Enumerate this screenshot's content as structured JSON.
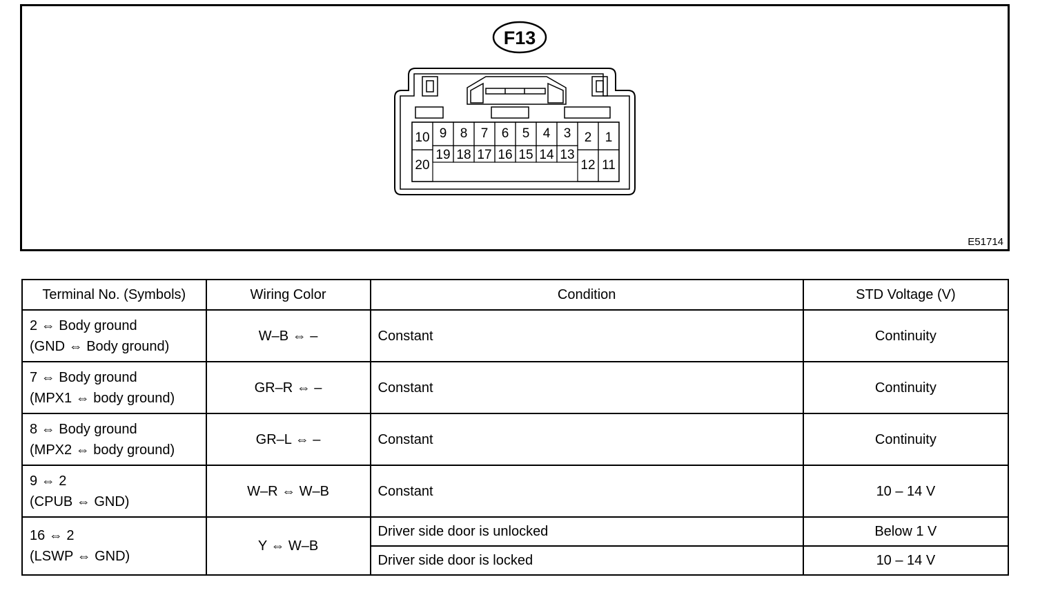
{
  "diagram": {
    "connector_label": "F13",
    "figure_code": "E51714",
    "terminals_top": [
      "10",
      "9",
      "8",
      "7",
      "6",
      "5",
      "4",
      "3",
      "2",
      "1"
    ],
    "terminals_bottom": [
      "20",
      "19",
      "18",
      "17",
      "16",
      "15",
      "14",
      "13",
      "12",
      "11"
    ]
  },
  "table": {
    "headers": [
      "Terminal No. (Symbols)",
      "Wiring Color",
      "Condition",
      "STD Voltage (V)"
    ],
    "rows": [
      {
        "terminal": "2 ⇔ Body ground",
        "symbols": "(GND ⇔ Body ground)",
        "wiring": "W–B ⇔ –",
        "condition": "Constant",
        "voltage": "Continuity"
      },
      {
        "terminal": "7 ⇔ Body ground",
        "symbols": "(MPX1 ⇔ body ground)",
        "wiring": "GR–R ⇔ –",
        "condition": "Constant",
        "voltage": "Continuity"
      },
      {
        "terminal": "8 ⇔ Body ground",
        "symbols": "(MPX2 ⇔ body ground)",
        "wiring": "GR–L ⇔ –",
        "condition": "Constant",
        "voltage": "Continuity"
      },
      {
        "terminal": "9 ⇔ 2",
        "symbols": "(CPUB ⇔ GND)",
        "wiring": "W–R ⇔ W–B",
        "condition": "Constant",
        "voltage": "10 – 14 V"
      },
      {
        "terminal": "16 ⇔ 2",
        "symbols": "(LSWP ⇔ GND)",
        "wiring": "Y ⇔ W–B",
        "conditions": [
          {
            "condition": "Driver side door is unlocked",
            "voltage": "Below 1 V"
          },
          {
            "condition": "Driver side door is locked",
            "voltage": "10 – 14 V"
          }
        ]
      }
    ]
  }
}
